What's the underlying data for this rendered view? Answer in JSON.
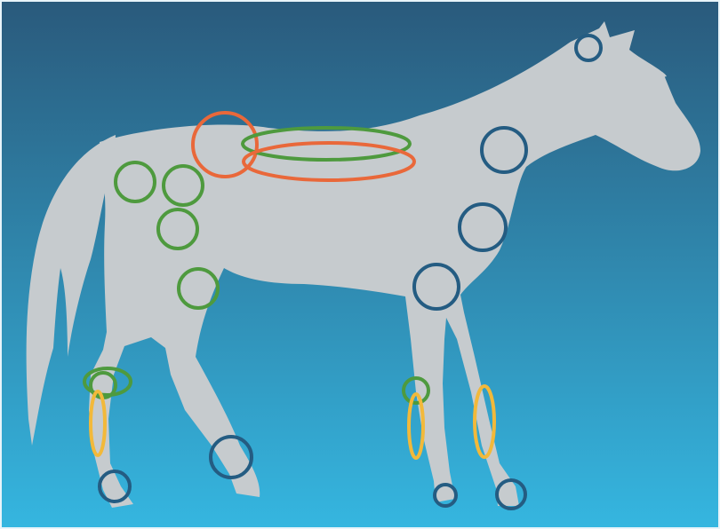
{
  "figure": {
    "background": {
      "top_color": "#2a5a7c",
      "bottom_color": "#35b6e0"
    },
    "horse": {
      "silhouette_color": "#c6cbce"
    },
    "marker_colors": {
      "navy": "#245c82",
      "green": "#4e9a3e",
      "orange": "#e9683a",
      "yellow": "#f2b93a"
    },
    "markers": [
      {
        "name": "poll-marker",
        "color": "navy"
      },
      {
        "name": "neck-marker",
        "color": "navy"
      },
      {
        "name": "shoulder-marker",
        "color": "navy"
      },
      {
        "name": "elbow-marker",
        "color": "navy"
      },
      {
        "name": "withers-marker",
        "color": "orange"
      },
      {
        "name": "back-marker-green",
        "color": "green"
      },
      {
        "name": "back-marker-orange",
        "color": "orange"
      },
      {
        "name": "croup-marker-1",
        "color": "green"
      },
      {
        "name": "croup-marker-2",
        "color": "green"
      },
      {
        "name": "hip-marker",
        "color": "green"
      },
      {
        "name": "stifle-marker",
        "color": "green"
      },
      {
        "name": "hock-marker-ellipse",
        "color": "green"
      },
      {
        "name": "hock-marker-small",
        "color": "green"
      },
      {
        "name": "hind-cannon-marker",
        "color": "yellow"
      },
      {
        "name": "hind-fetlock-marker",
        "color": "navy"
      },
      {
        "name": "hind-hoof-marker",
        "color": "navy"
      },
      {
        "name": "front-knee-marker",
        "color": "green"
      },
      {
        "name": "front-cannon-marker-1",
        "color": "yellow"
      },
      {
        "name": "front-cannon-marker-2",
        "color": "yellow"
      },
      {
        "name": "front-hoof-marker-1",
        "color": "navy"
      },
      {
        "name": "front-hoof-marker-2",
        "color": "navy"
      }
    ]
  }
}
